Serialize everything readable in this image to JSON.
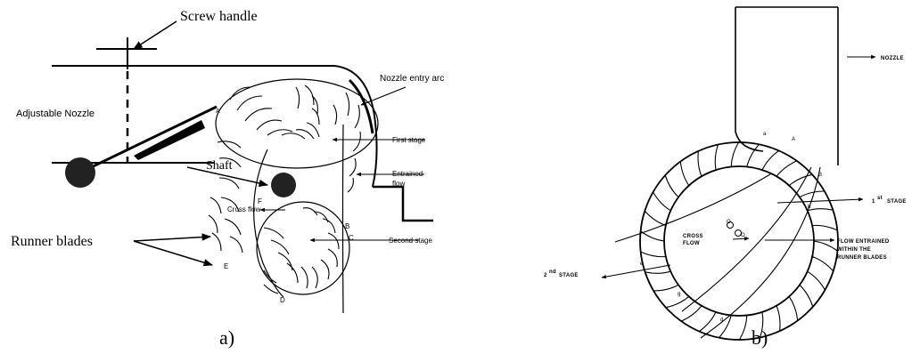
{
  "panel_a": {
    "caption": "a)",
    "labels": {
      "screw_handle": "Screw handle",
      "nozzle_entry_arc": "Nozzle entry arc",
      "adjustable_nozzle": "Adjustable Nozzle",
      "first_stage": "First stage",
      "entrained_flow_1": "Entrained",
      "entrained_flow_2": "flow",
      "shaft": "Shaft",
      "shaft_point": "F",
      "cross_flow": "Cross flow",
      "runner_blades": "Runner blades",
      "second_stage": "Second stage",
      "point_a": "A",
      "point_b": "B",
      "point_c": "C",
      "point_d": "D",
      "point_e": "E"
    }
  },
  "panel_b": {
    "caption": "b)",
    "labels": {
      "nozzle": "NOZZLE",
      "first_stage_num": "1",
      "first_stage_sup": "st",
      "first_stage_word": "STAGE",
      "cross_flow_1": "CROSS",
      "cross_flow_2": "FLOW",
      "flow_entrained_1": "FLOW ENTRAINED",
      "flow_entrained_2": "WITHIN THE",
      "flow_entrained_3": "RUNNER BLADES",
      "second_stage_num": "2",
      "second_stage_sup": "nd",
      "second_stage_word": "STAGE",
      "point_A": "A",
      "point_B": "B",
      "point_a": "a",
      "point_b": "b",
      "point_c": "c",
      "point_d": "d",
      "point_e": "e",
      "point_g": "g",
      "center_o": "O",
      "center_o1": "O",
      "center_o1_sub": "1"
    }
  }
}
